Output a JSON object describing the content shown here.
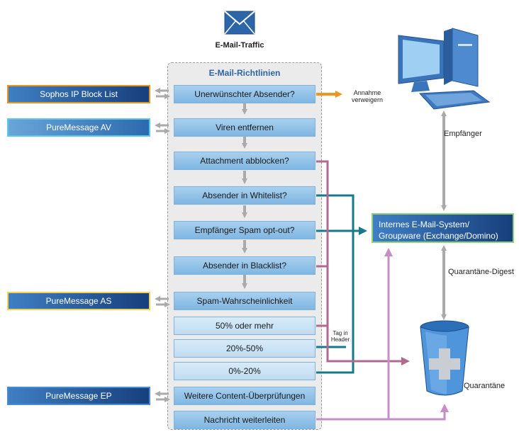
{
  "title": "E-Mail-Traffic",
  "policy_title": "E-Mail-Richtlinien",
  "steps": [
    "Unerwünschter Absender?",
    "Viren entfernen",
    "Attachment abblocken?",
    "Absender in Whitelist?",
    "Empfänger Spam opt-out?",
    "Absender in Blacklist?",
    "Spam-Wahrscheinlichkeit",
    "50% oder mehr",
    "20%-50%",
    "0%-20%",
    "Weitere Content-Überprüfungen",
    "Nachricht weiterleiten"
  ],
  "external": [
    "Sophos IP Block List",
    "PureMessage AV",
    "PureMessage AS",
    "PureMessage EP"
  ],
  "reject_label_line1": "Annahme",
  "reject_label_line2": "verweigern",
  "internal_line1": "Internes E-Mail-System/",
  "internal_line2": "Groupware (Exchange/Domino)",
  "recipient_label": "Empfänger",
  "digest_label": "Quarantäne-Digest",
  "quarantine_label": "Quarantäne",
  "tag_label_line1": "Tag in",
  "tag_label_line2": "Header",
  "colors": {
    "step_blue": "#9cc8ec",
    "ext_dark": "#173f7c",
    "reject_orange": "#f0961e",
    "whitelist_teal": "#167a8a",
    "quarantine_mauve": "#b06a8e",
    "forward_lilac": "#c58ec6",
    "gray_arrow": "#aaaaaa"
  },
  "icons": [
    "envelope-icon",
    "computer-icon",
    "trash-can-icon"
  ]
}
